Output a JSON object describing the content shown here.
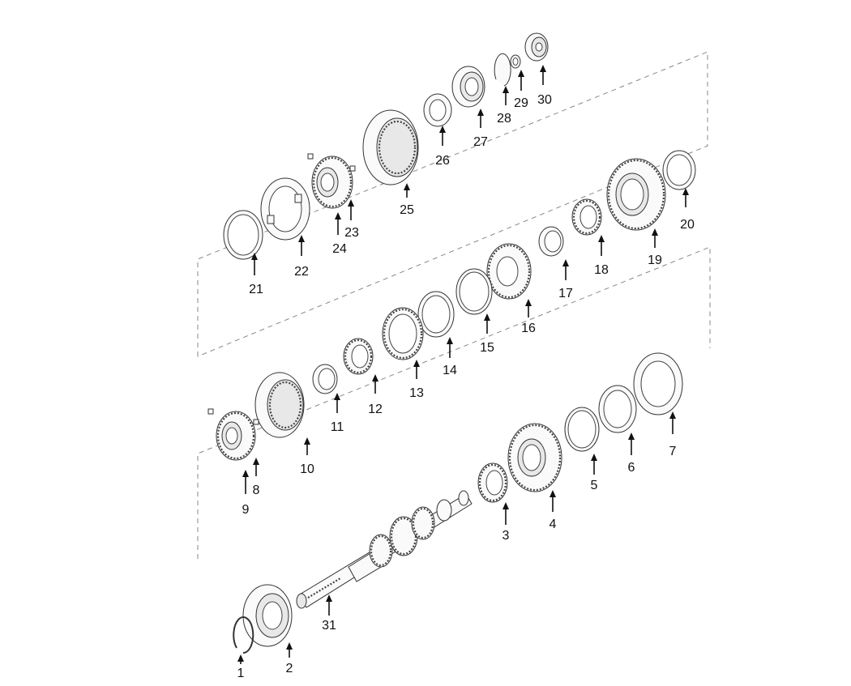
{
  "diagram": {
    "parts": [
      {
        "id": "1"
      },
      {
        "id": "2"
      },
      {
        "id": "3"
      },
      {
        "id": "4"
      },
      {
        "id": "5"
      },
      {
        "id": "6"
      },
      {
        "id": "7"
      },
      {
        "id": "8"
      },
      {
        "id": "9"
      },
      {
        "id": "10"
      },
      {
        "id": "11"
      },
      {
        "id": "12"
      },
      {
        "id": "13"
      },
      {
        "id": "14"
      },
      {
        "id": "15"
      },
      {
        "id": "16"
      },
      {
        "id": "17"
      },
      {
        "id": "18"
      },
      {
        "id": "19"
      },
      {
        "id": "20"
      },
      {
        "id": "21"
      },
      {
        "id": "22"
      },
      {
        "id": "23"
      },
      {
        "id": "24"
      },
      {
        "id": "25"
      },
      {
        "id": "26"
      },
      {
        "id": "27"
      },
      {
        "id": "28"
      },
      {
        "id": "29"
      },
      {
        "id": "30"
      },
      {
        "id": "31"
      }
    ]
  }
}
